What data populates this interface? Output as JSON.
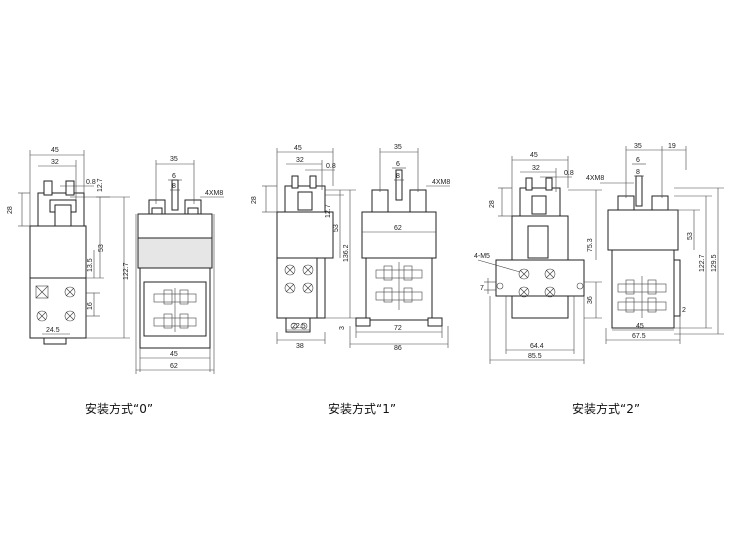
{
  "captions": {
    "mount0": "安装方式“0”",
    "mount1": "安装方式“1”",
    "mount2": "安装方式“2”"
  },
  "dims0": {
    "w45": "45",
    "w32": "32",
    "t08": "0.8",
    "t127": "12.7",
    "h28": "28",
    "h53": "53",
    "h135": "13.5",
    "h1227": "122.7",
    "h16": "16",
    "w245": "24.5",
    "w35": "35",
    "t6": "6",
    "t8": "8",
    "thread": "4XM8",
    "b45": "45",
    "b62": "62"
  },
  "dims1": {
    "w45": "45",
    "w32": "32",
    "t08": "0.8",
    "h28": "28",
    "t127": "12.7",
    "h53": "53",
    "h1362": "136.2",
    "w225": "22.5",
    "w38": "38",
    "h3": "3",
    "w35": "35",
    "t6": "6",
    "t8": "8",
    "thread": "4XM8",
    "w62": "62",
    "w72": "72",
    "w86": "86"
  },
  "dims2": {
    "w45": "45",
    "w32": "32",
    "t08": "0.8",
    "h28": "28",
    "hole": "4-M5",
    "h7": "7",
    "h753": "75.3",
    "h36": "36",
    "w644": "64.4",
    "w855": "85.5",
    "w35": "35",
    "w19": "19",
    "t6": "6",
    "t8": "8",
    "thread": "4XM8",
    "h53": "53",
    "h1227": "122.7",
    "h1295": "129.5",
    "t2": "2",
    "b45": "45",
    "b675": "67.5"
  }
}
